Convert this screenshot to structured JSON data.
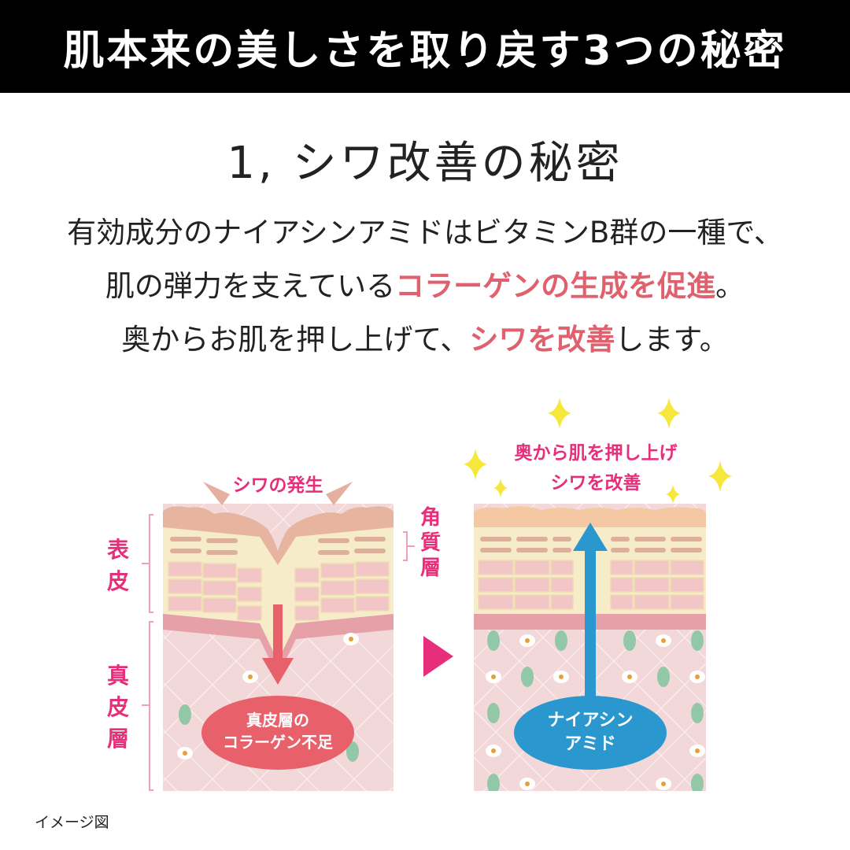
{
  "header": {
    "title": "肌本来の美しさを取り戻す3つの秘密"
  },
  "section": {
    "title": "1, シワ改善の秘密",
    "lines": [
      {
        "parts": [
          {
            "text": "有効成分のナイアシンアミドはビタミンB群の一種で、",
            "highlight": false
          }
        ]
      },
      {
        "parts": [
          {
            "text": "肌の弾力を支えている",
            "highlight": false
          },
          {
            "text": "コラーゲンの生成を促進",
            "highlight": true
          },
          {
            "text": "。",
            "highlight": false
          }
        ]
      },
      {
        "parts": [
          {
            "text": "奥からお肌を押し上げて、",
            "highlight": false
          },
          {
            "text": "シワを改善",
            "highlight": true
          },
          {
            "text": "します。",
            "highlight": false
          }
        ]
      }
    ]
  },
  "diagram": {
    "before": {
      "callout": "シワの発生",
      "bubble_line1": "真皮層の",
      "bubble_line2": "コラーゲン不足"
    },
    "after": {
      "callout_line1": "奥から肌を押し上げ",
      "callout_line2": "シワを改善",
      "bubble_line1": "ナイアシン",
      "bubble_line2": "アミド"
    },
    "labels": {
      "epidermis": [
        "表",
        "皮"
      ],
      "dermis": [
        "真",
        "皮",
        "層"
      ],
      "stratum_corneum": [
        "角",
        "質",
        "層"
      ]
    },
    "colors": {
      "accent_pink": "#e62e7b",
      "highlight": "#e0606e",
      "skin_base": "#f3d8da",
      "arrow_red": "#e8606a",
      "arrow_blue": "#2b97cf",
      "sparkle": "#f5e83a"
    }
  },
  "footnote": "イメージ図"
}
